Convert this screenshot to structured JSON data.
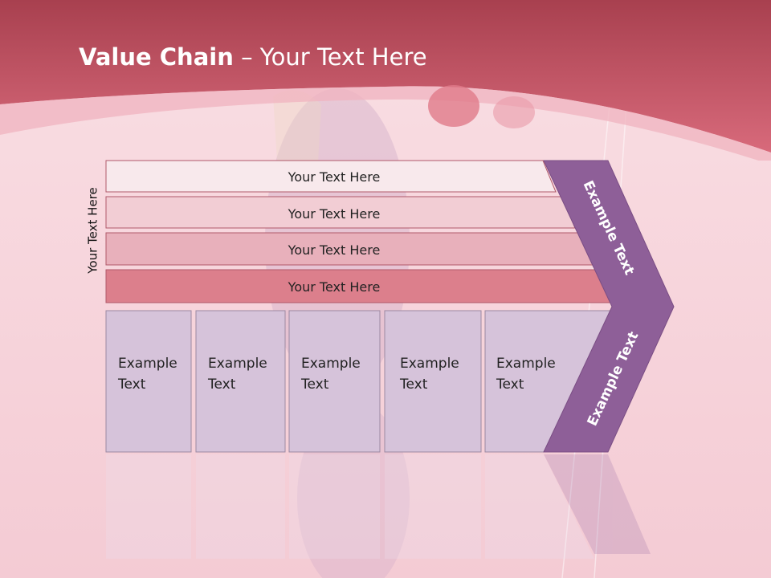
{
  "slide": {
    "title_bold": "Value Chain",
    "title_rest": " – Your Text Here",
    "side_label": "Your Text Here",
    "rows": [
      {
        "label": "Your Text Here"
      },
      {
        "label": "Your Text Here"
      },
      {
        "label": "Your Text Here"
      },
      {
        "label": "Your Text Here"
      }
    ],
    "boxes": [
      {
        "line1": "Example",
        "line2": "Text"
      },
      {
        "line1": "Example",
        "line2": "Text"
      },
      {
        "line1": "Example",
        "line2": "Text"
      },
      {
        "line1": "Example",
        "line2": "Text"
      },
      {
        "line1": "Example",
        "line2": "Text"
      }
    ],
    "chevron_top": "Example Text",
    "chevron_bottom": "Example Text",
    "colors": {
      "header": "#c9566a",
      "row1": "#f8e9ec",
      "row2": "#f2cdd4",
      "row3": "#e8b0bb",
      "row4": "#dc7f8c",
      "box": "#d6c3da",
      "chevron": "#8e5f98"
    }
  }
}
